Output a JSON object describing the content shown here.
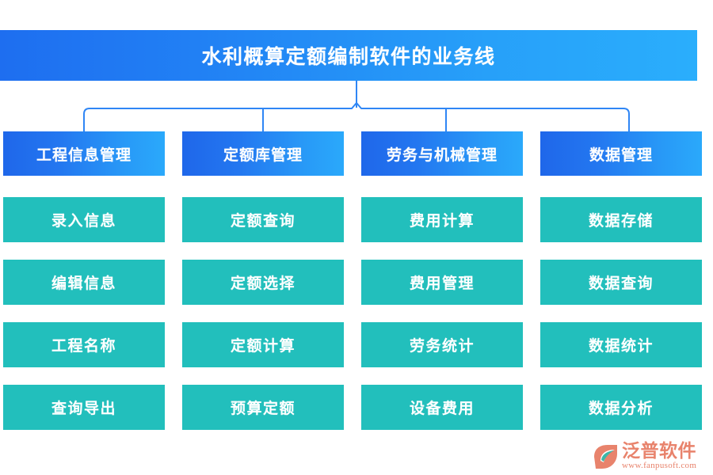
{
  "title": {
    "text": "水利概算定额编制软件的业务线"
  },
  "colors": {
    "title_gradient_start": "#1e6ef0",
    "title_gradient_end": "#2aaefc",
    "branch_gradient_start": "#1f67ea",
    "branch_gradient_end": "#2aa9fb",
    "leaf_fill": "#22bfbc",
    "connector_line": "#2f86f5",
    "logo_color": "#e8836c",
    "logo_mark_accent": "#3bb7a8"
  },
  "columns": [
    {
      "head": "工程信息管理",
      "leaves": [
        "录入信息",
        "编辑信息",
        "工程名称",
        "查询导出"
      ]
    },
    {
      "head": "定额库管理",
      "leaves": [
        "定额查询",
        "定额选择",
        "定额计算",
        "预算定额"
      ]
    },
    {
      "head": "劳务与机械管理",
      "leaves": [
        "费用计算",
        "费用管理",
        "劳务统计",
        "设备费用"
      ]
    },
    {
      "head": "数据管理",
      "leaves": [
        "数据存储",
        "数据查询",
        "数据统计",
        "数据分析"
      ]
    }
  ],
  "logo": {
    "brand": "泛普软件",
    "url": "www.fanpusoft.com"
  }
}
